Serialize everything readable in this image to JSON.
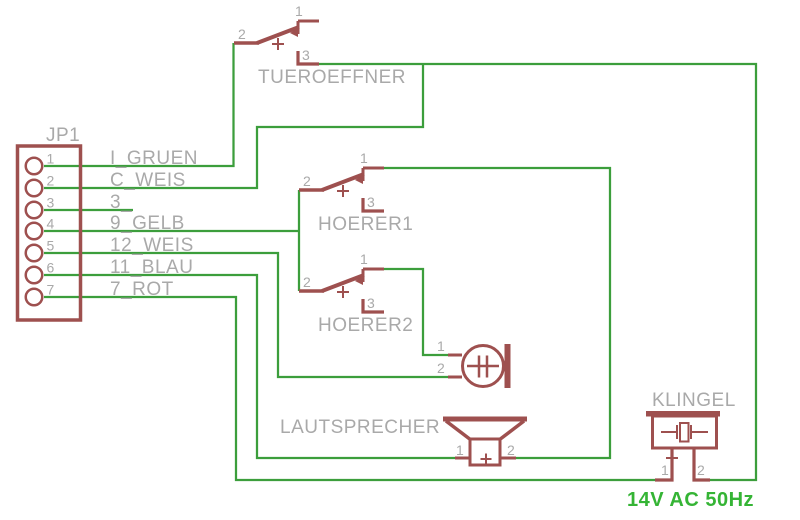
{
  "colors": {
    "background": "#FFFFFF",
    "wire_green": "#3C9E3C",
    "part_red": "#9E504F",
    "text_gray": "#A9A9A9",
    "value_green": "#35B435"
  },
  "connector": {
    "name": "JP1",
    "pins": [
      {
        "number": "1",
        "net": "I_GRUEN"
      },
      {
        "number": "2",
        "net": "C_WEIS"
      },
      {
        "number": "3",
        "net": "3_"
      },
      {
        "number": "4",
        "net": "9_GELB"
      },
      {
        "number": "5",
        "net": "12_WEIS"
      },
      {
        "number": "6",
        "net": "11_BLAU"
      },
      {
        "number": "7",
        "net": "7_ROT"
      }
    ]
  },
  "parts": {
    "tueroeffner": {
      "label": "TUEROEFFNER",
      "pins": [
        "1",
        "2",
        "3"
      ]
    },
    "hoerer1": {
      "label": "HOERER1",
      "pins": [
        "1",
        "2",
        "3"
      ]
    },
    "hoerer2": {
      "label": "HOERER2",
      "pins": [
        "1",
        "2",
        "3"
      ]
    },
    "microphone": {
      "pins": [
        "1",
        "2"
      ]
    },
    "lautsprecher": {
      "label": "LAUTSPRECHER",
      "pins": [
        "1",
        "2"
      ]
    },
    "klingel": {
      "label": "KLINGEL",
      "pins": [
        "1",
        "2"
      ]
    }
  },
  "power_label": "14V AC 50Hz"
}
